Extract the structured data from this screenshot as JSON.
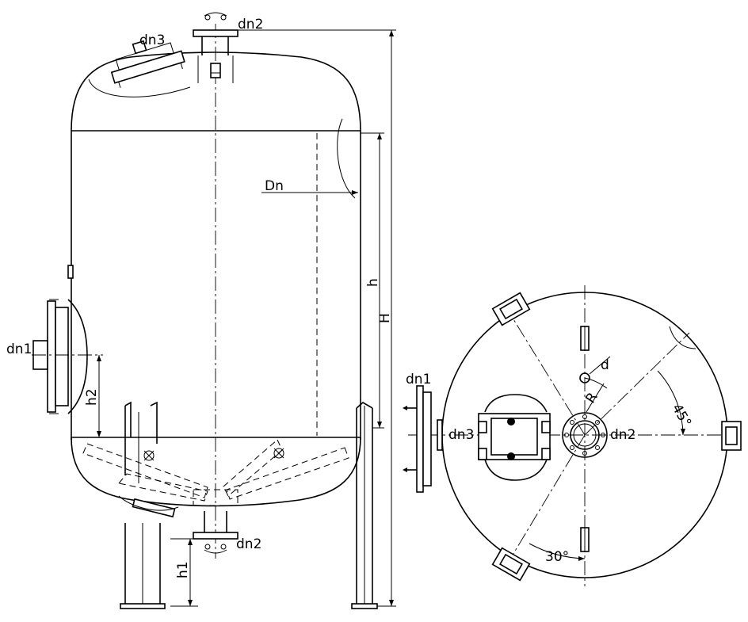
{
  "labels": {
    "side": {
      "dn2_top": "dn2",
      "dn3": "dn3",
      "dn1": "dn1",
      "Dn": "Dn",
      "h": "h",
      "H": "H",
      "h2": "h2",
      "h1": "h1",
      "dn2_bottom": "dn2"
    },
    "top": {
      "dn1": "dn1",
      "dn3": "dn3",
      "dn2": "dn2",
      "d": "d",
      "R": "R",
      "angle45": "45°",
      "angle30": "30°"
    }
  },
  "colors": {
    "line": "#000000",
    "background": "#ffffff"
  }
}
